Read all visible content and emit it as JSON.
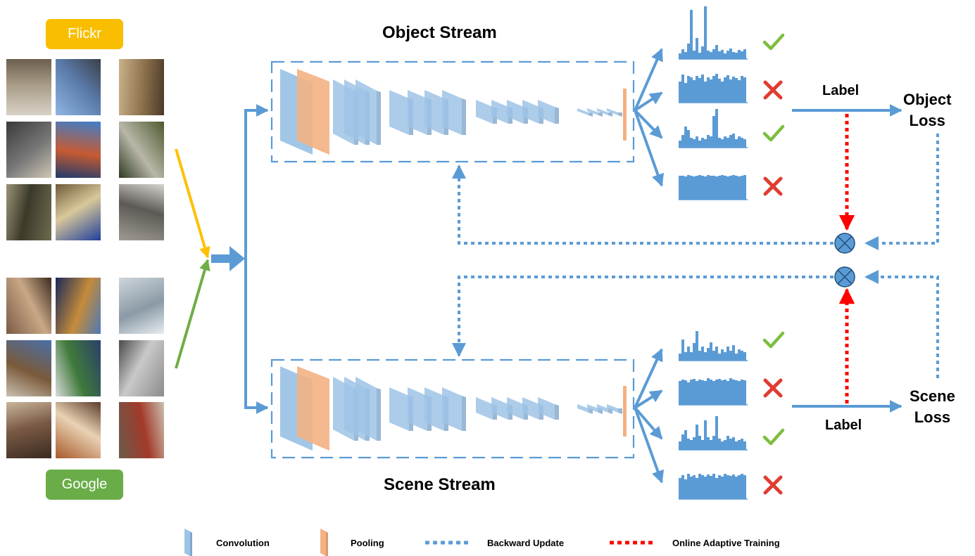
{
  "sources": {
    "flickr": "Flickr",
    "google": "Google"
  },
  "streams": {
    "object_title": "Object Stream",
    "scene_title": "Scene Stream"
  },
  "labels": {
    "top": "Label",
    "bottom": "Label"
  },
  "losses": {
    "object": [
      "Object",
      "Loss"
    ],
    "scene": [
      "Scene",
      "Loss"
    ]
  },
  "predictions": {
    "object": [
      "check",
      "cross",
      "check",
      "cross"
    ],
    "scene": [
      "check",
      "cross",
      "check",
      "cross"
    ]
  },
  "legend": {
    "convolution": "Convolution",
    "pooling": "Pooling",
    "backward_update": "Backward Update",
    "online_adaptive_training": "Online Adaptive Training"
  },
  "icons": [
    "check-icon",
    "cross-icon",
    "multiply-node-icon",
    "conv-block-icon",
    "pool-block-icon"
  ],
  "colors": {
    "flickr": "#F9BE00",
    "google": "#6AAD48",
    "arrow_blue": "#5B9BD5",
    "conv": "#9DC3E6",
    "pool": "#F4B183",
    "check": "#7DBE3F",
    "cross": "#E03C31",
    "online_training": "#FF0000",
    "flickr_arrow": "#FFC000",
    "google_arrow": "#70AD47"
  }
}
